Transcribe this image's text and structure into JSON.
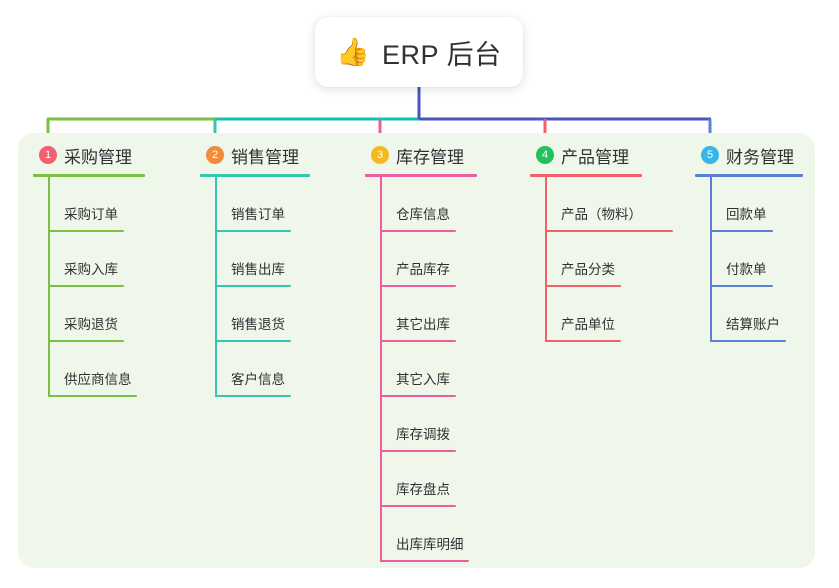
{
  "root": {
    "emoji": "👍",
    "emoji_name": "thumbs-up-icon",
    "title": "ERP 后台"
  },
  "panel": {
    "background": "#eef7e9"
  },
  "trunk_color": "#4a55c0",
  "columns": [
    {
      "number": "1",
      "title": "采购管理",
      "badge_color": "#f3606f",
      "line_color": "#7ac143",
      "bus_color": "#7ac143",
      "items": [
        "采购订单",
        "采购入库",
        "采购退货",
        "供应商信息"
      ]
    },
    {
      "number": "2",
      "title": "销售管理",
      "badge_color": "#f08c3a",
      "line_color": "#36c5b0",
      "bus_color": "#12c2b0",
      "items": [
        "销售订单",
        "销售出库",
        "销售退货",
        "客户信息"
      ]
    },
    {
      "number": "3",
      "title": "库存管理",
      "badge_color": "#f5b820",
      "line_color": "#ec5f9e",
      "bus_color": "#4a55c0",
      "items": [
        "仓库信息",
        "产品库存",
        "其它出库",
        "其它入库",
        "库存调拨",
        "库存盘点",
        "出库库明细"
      ]
    },
    {
      "number": "4",
      "title": "产品管理",
      "badge_color": "#25c05e",
      "line_color": "#f2616a",
      "bus_color": "#4a55c0",
      "items": [
        "产品（物料）",
        "产品分类",
        "产品单位"
      ]
    },
    {
      "number": "5",
      "title": "财务管理",
      "badge_color": "#37b6e8",
      "line_color": "#5b7fd4",
      "bus_color": "#4a55c0",
      "items": [
        "回款单",
        "付款单",
        "结算账户"
      ]
    }
  ]
}
